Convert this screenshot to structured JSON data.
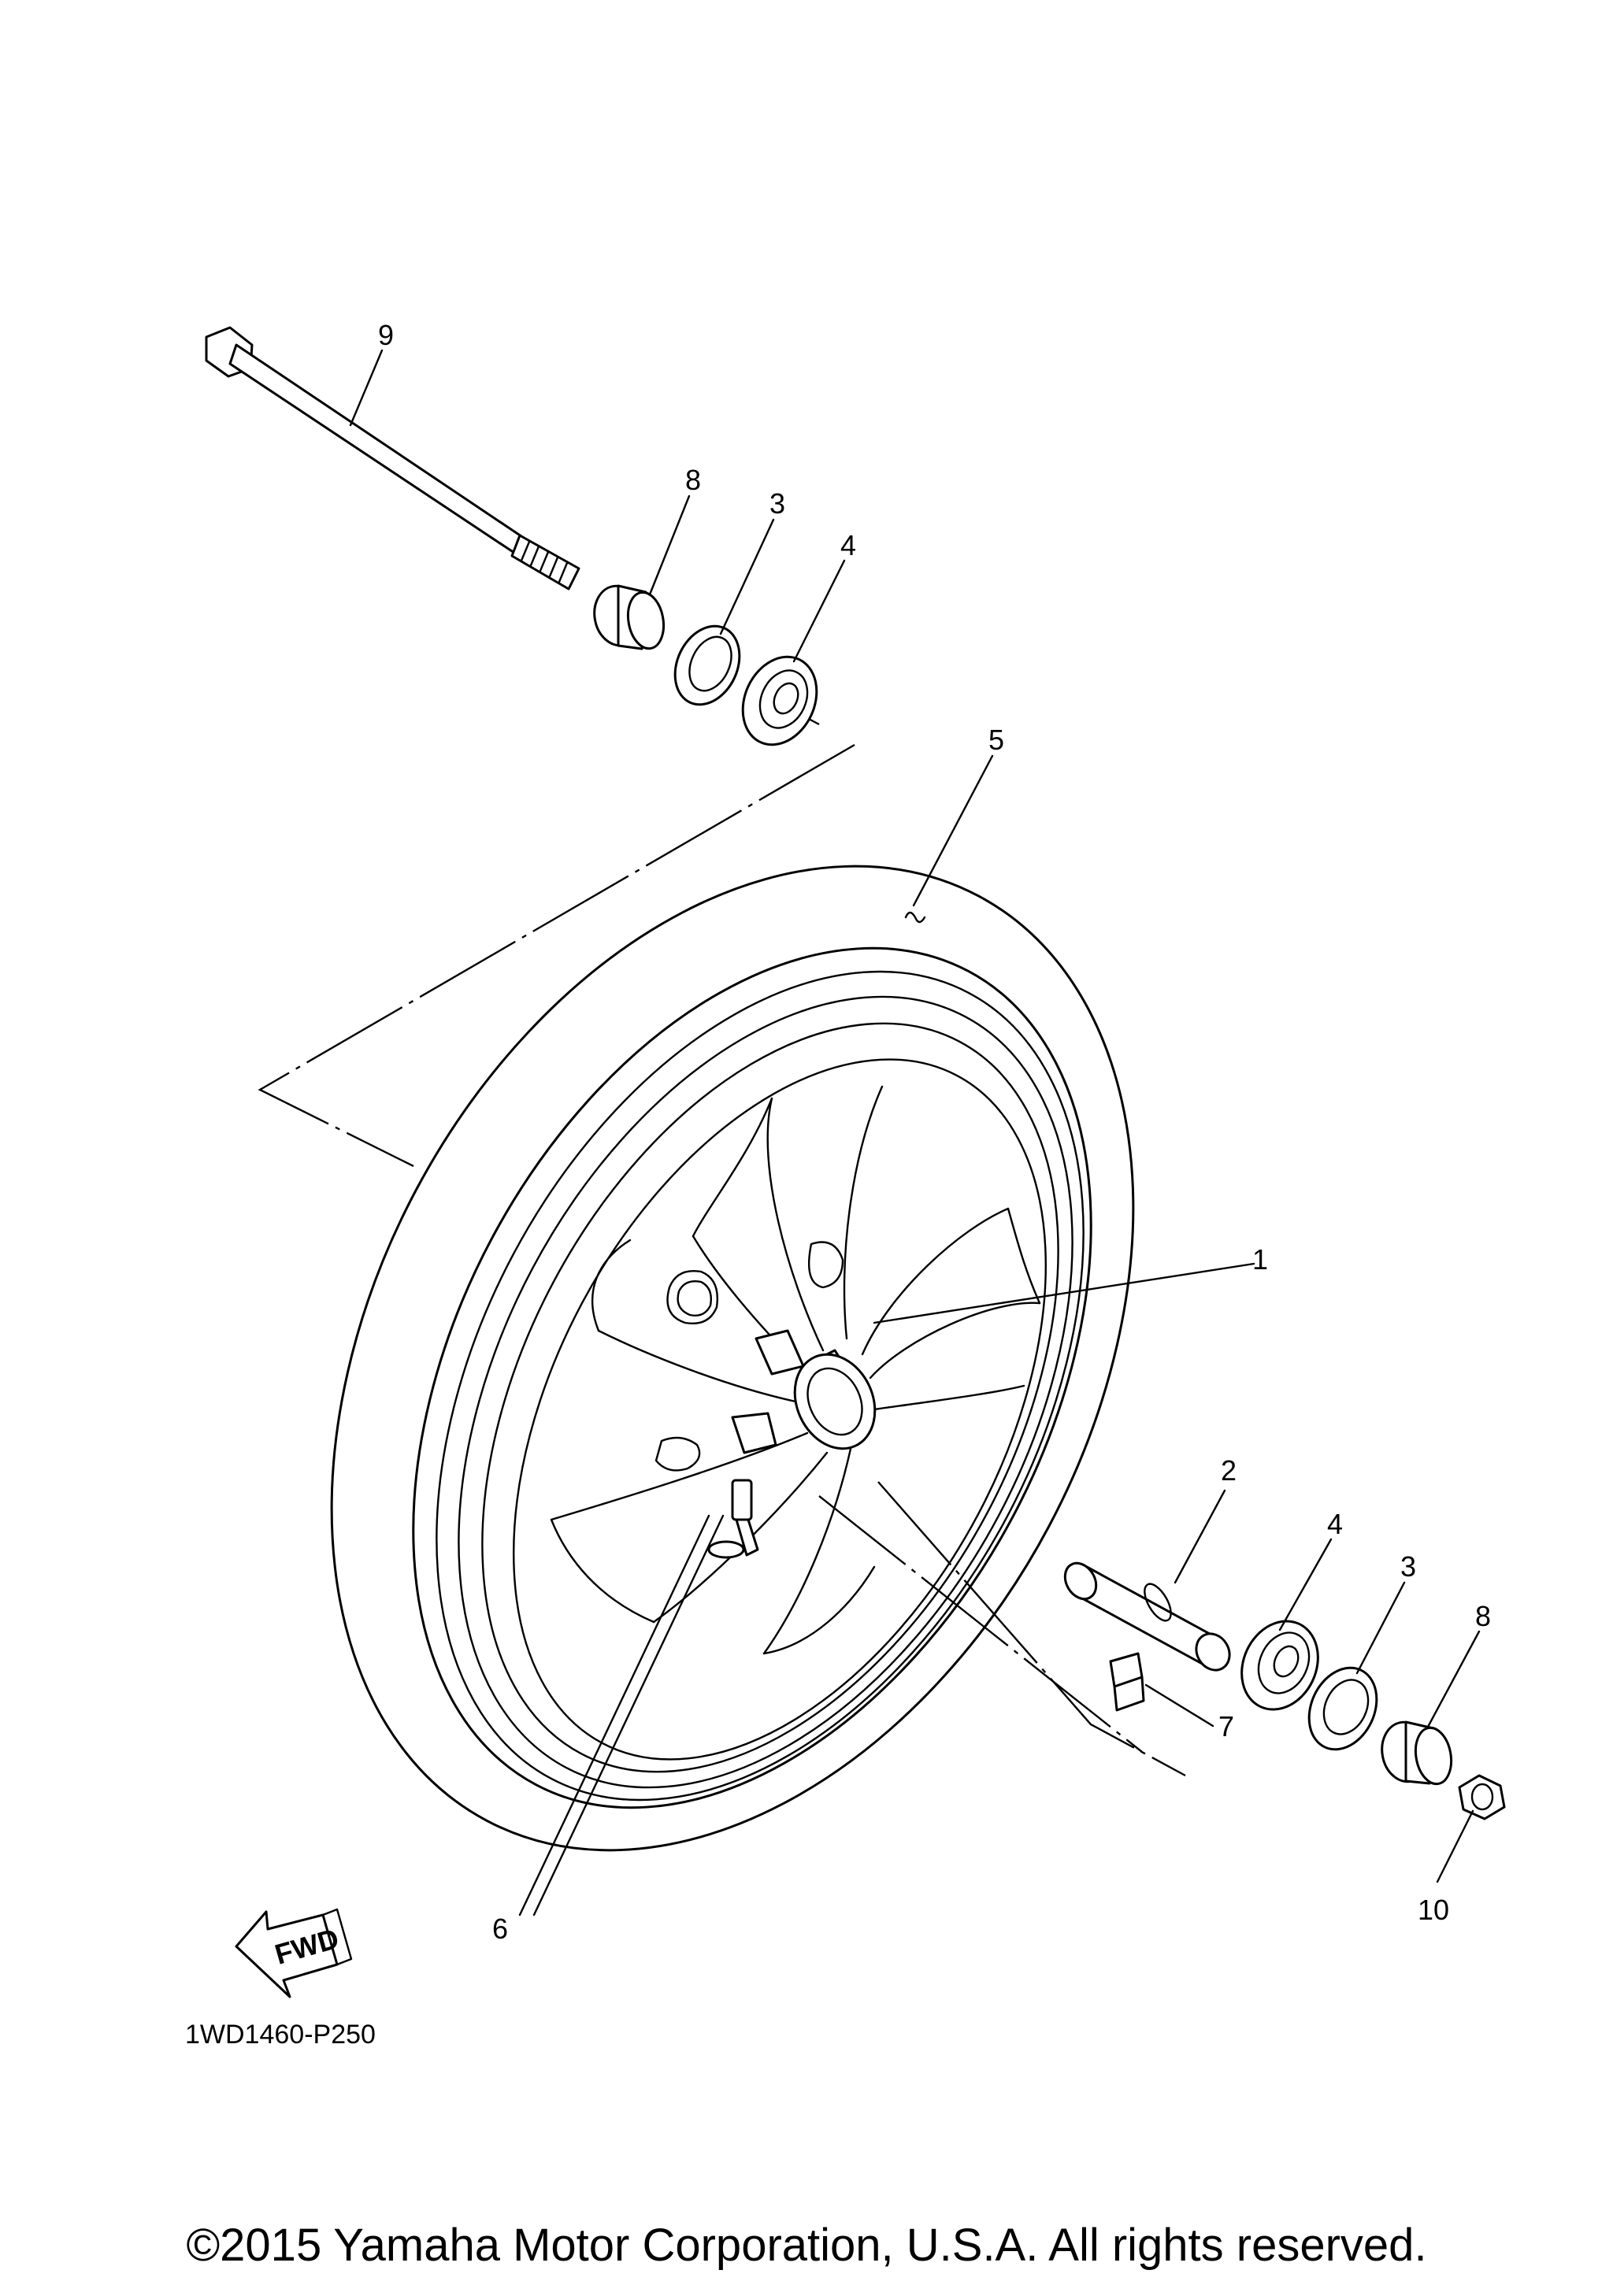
{
  "diagram": {
    "callouts": [
      {
        "id": "c1",
        "label": "1"
      },
      {
        "id": "c2",
        "label": "2"
      },
      {
        "id": "c3a",
        "label": "3"
      },
      {
        "id": "c3b",
        "label": "3"
      },
      {
        "id": "c4a",
        "label": "4"
      },
      {
        "id": "c4b",
        "label": "4"
      },
      {
        "id": "c5",
        "label": "5"
      },
      {
        "id": "c6",
        "label": "6"
      },
      {
        "id": "c7",
        "label": "7"
      },
      {
        "id": "c8a",
        "label": "8"
      },
      {
        "id": "c8b",
        "label": "8"
      },
      {
        "id": "c9",
        "label": "9"
      },
      {
        "id": "c10",
        "label": "10"
      }
    ],
    "fwd_label": "FWD",
    "drawing_code": "1WD1460-P250"
  },
  "footer": {
    "copyright": "©2015 Yamaha Motor Corporation, U.S.A. All rights reserved."
  }
}
